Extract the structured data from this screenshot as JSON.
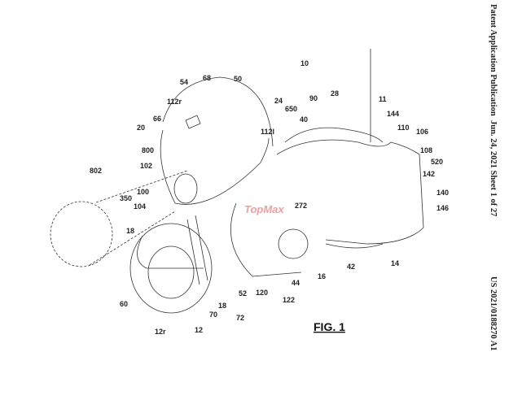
{
  "header": {
    "publication": "Patent Application Publication",
    "date_sheet": "Jun. 24, 2021   Sheet 1 of 27",
    "number": "US 2021/0188270 A1"
  },
  "figure_title": "FIG. 1",
  "watermark": "TopMax",
  "labels": [
    "10",
    "54",
    "68",
    "50",
    "112r",
    "66",
    "20",
    "24",
    "650",
    "90",
    "28",
    "40",
    "11",
    "144",
    "110",
    "106",
    "112l",
    "108",
    "520",
    "800",
    "142",
    "140",
    "146",
    "802",
    "102",
    "100",
    "350",
    "104",
    "272",
    "18",
    "42",
    "14",
    "16",
    "44",
    "52",
    "120",
    "122",
    "18",
    "60",
    "70",
    "72",
    "12r",
    "12"
  ]
}
